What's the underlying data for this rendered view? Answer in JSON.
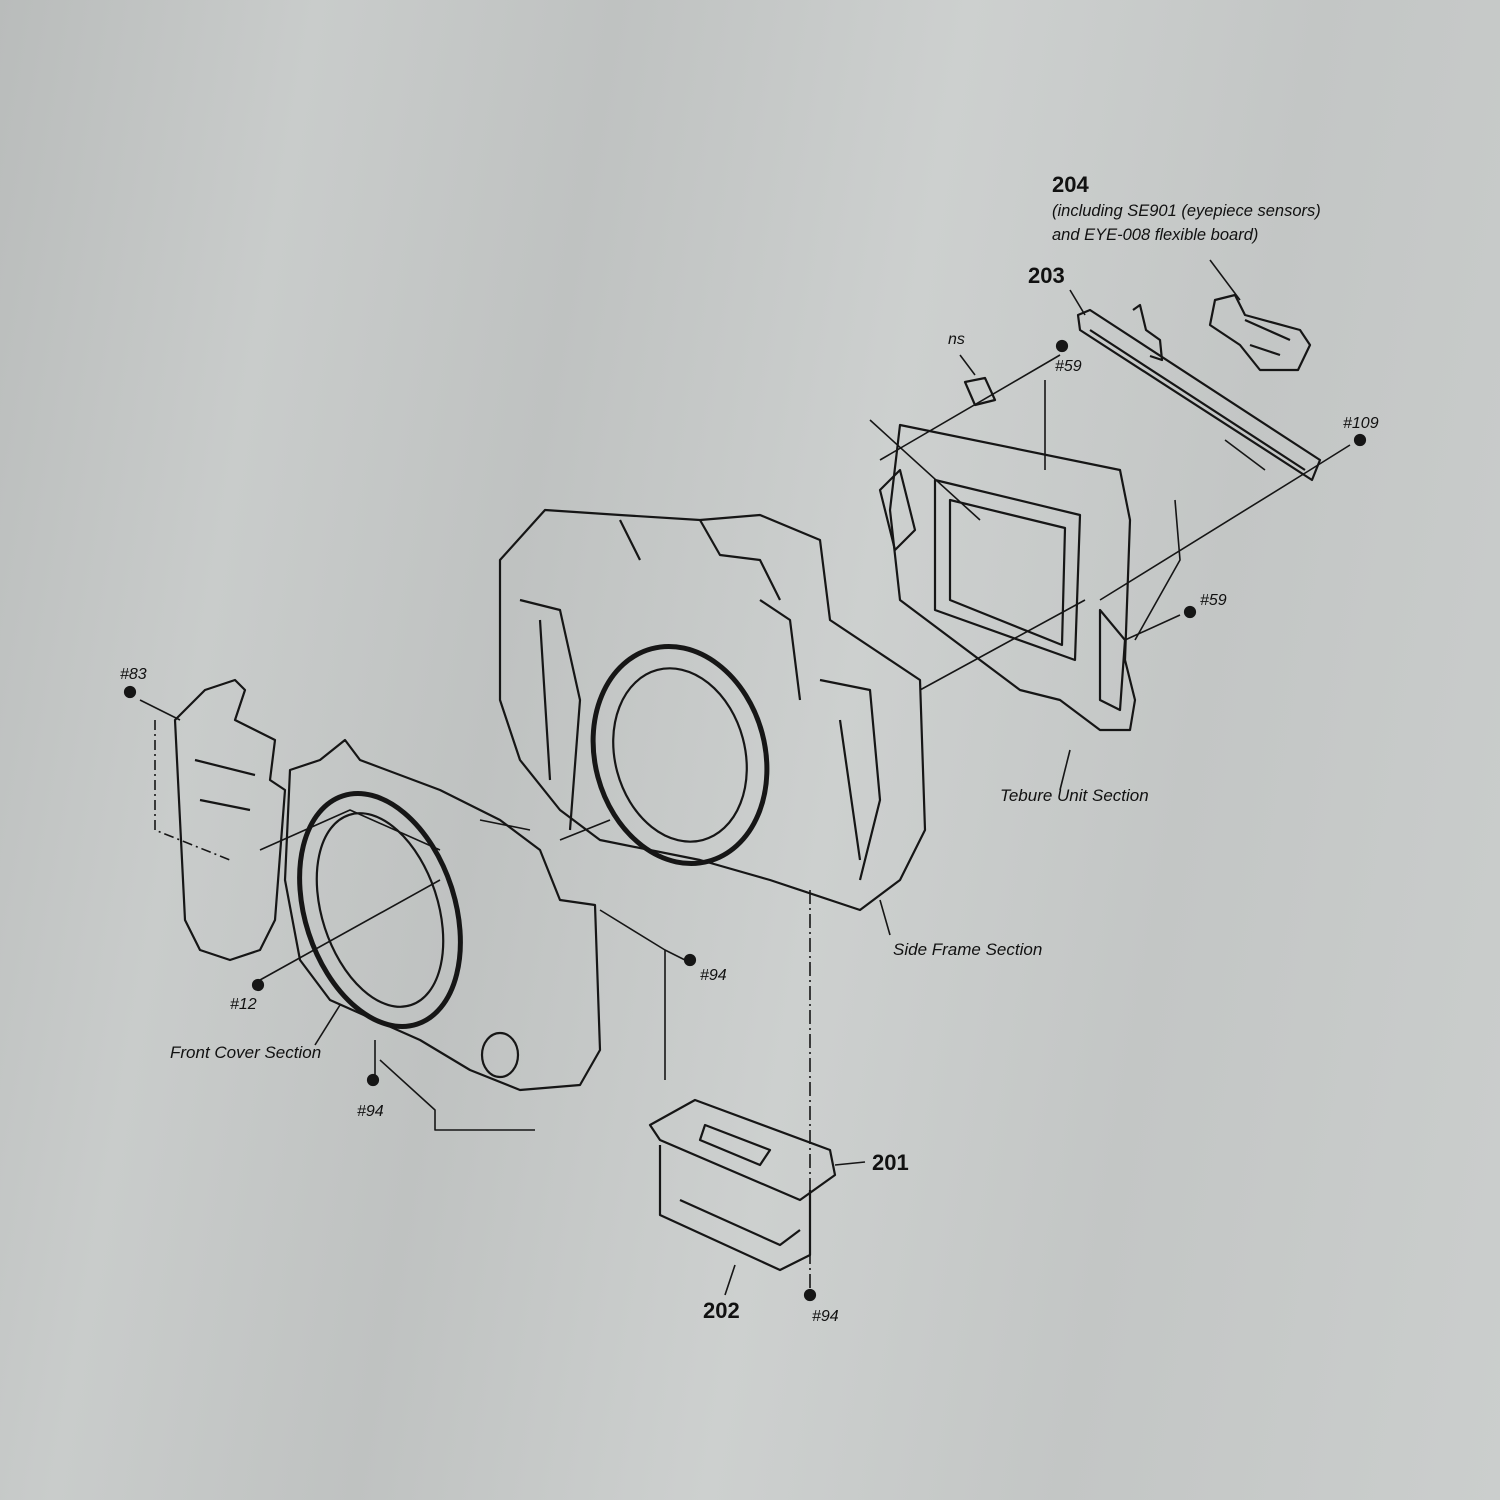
{
  "parts": {
    "p204": {
      "number": "204",
      "desc_line1": "(including SE901 (eyepiece sensors)",
      "desc_line2": "and EYE-008 flexible board)"
    },
    "p203": {
      "number": "203"
    },
    "p201": {
      "number": "201"
    },
    "p202": {
      "number": "202"
    }
  },
  "screws": {
    "ns": "ns",
    "s59_top": "#59",
    "s109": "#109",
    "s59_right": "#59",
    "s83": "#83",
    "s12": "#12",
    "s94_mid": "#94",
    "s94_left": "#94",
    "s94_bottom": "#94"
  },
  "sections": {
    "tebure": "Tebure Unit Section",
    "side_frame": "Side Frame Section",
    "front_cover": "Front Cover Section"
  },
  "colors": {
    "ink": "#111111",
    "fabric": "#c6c9c8"
  }
}
